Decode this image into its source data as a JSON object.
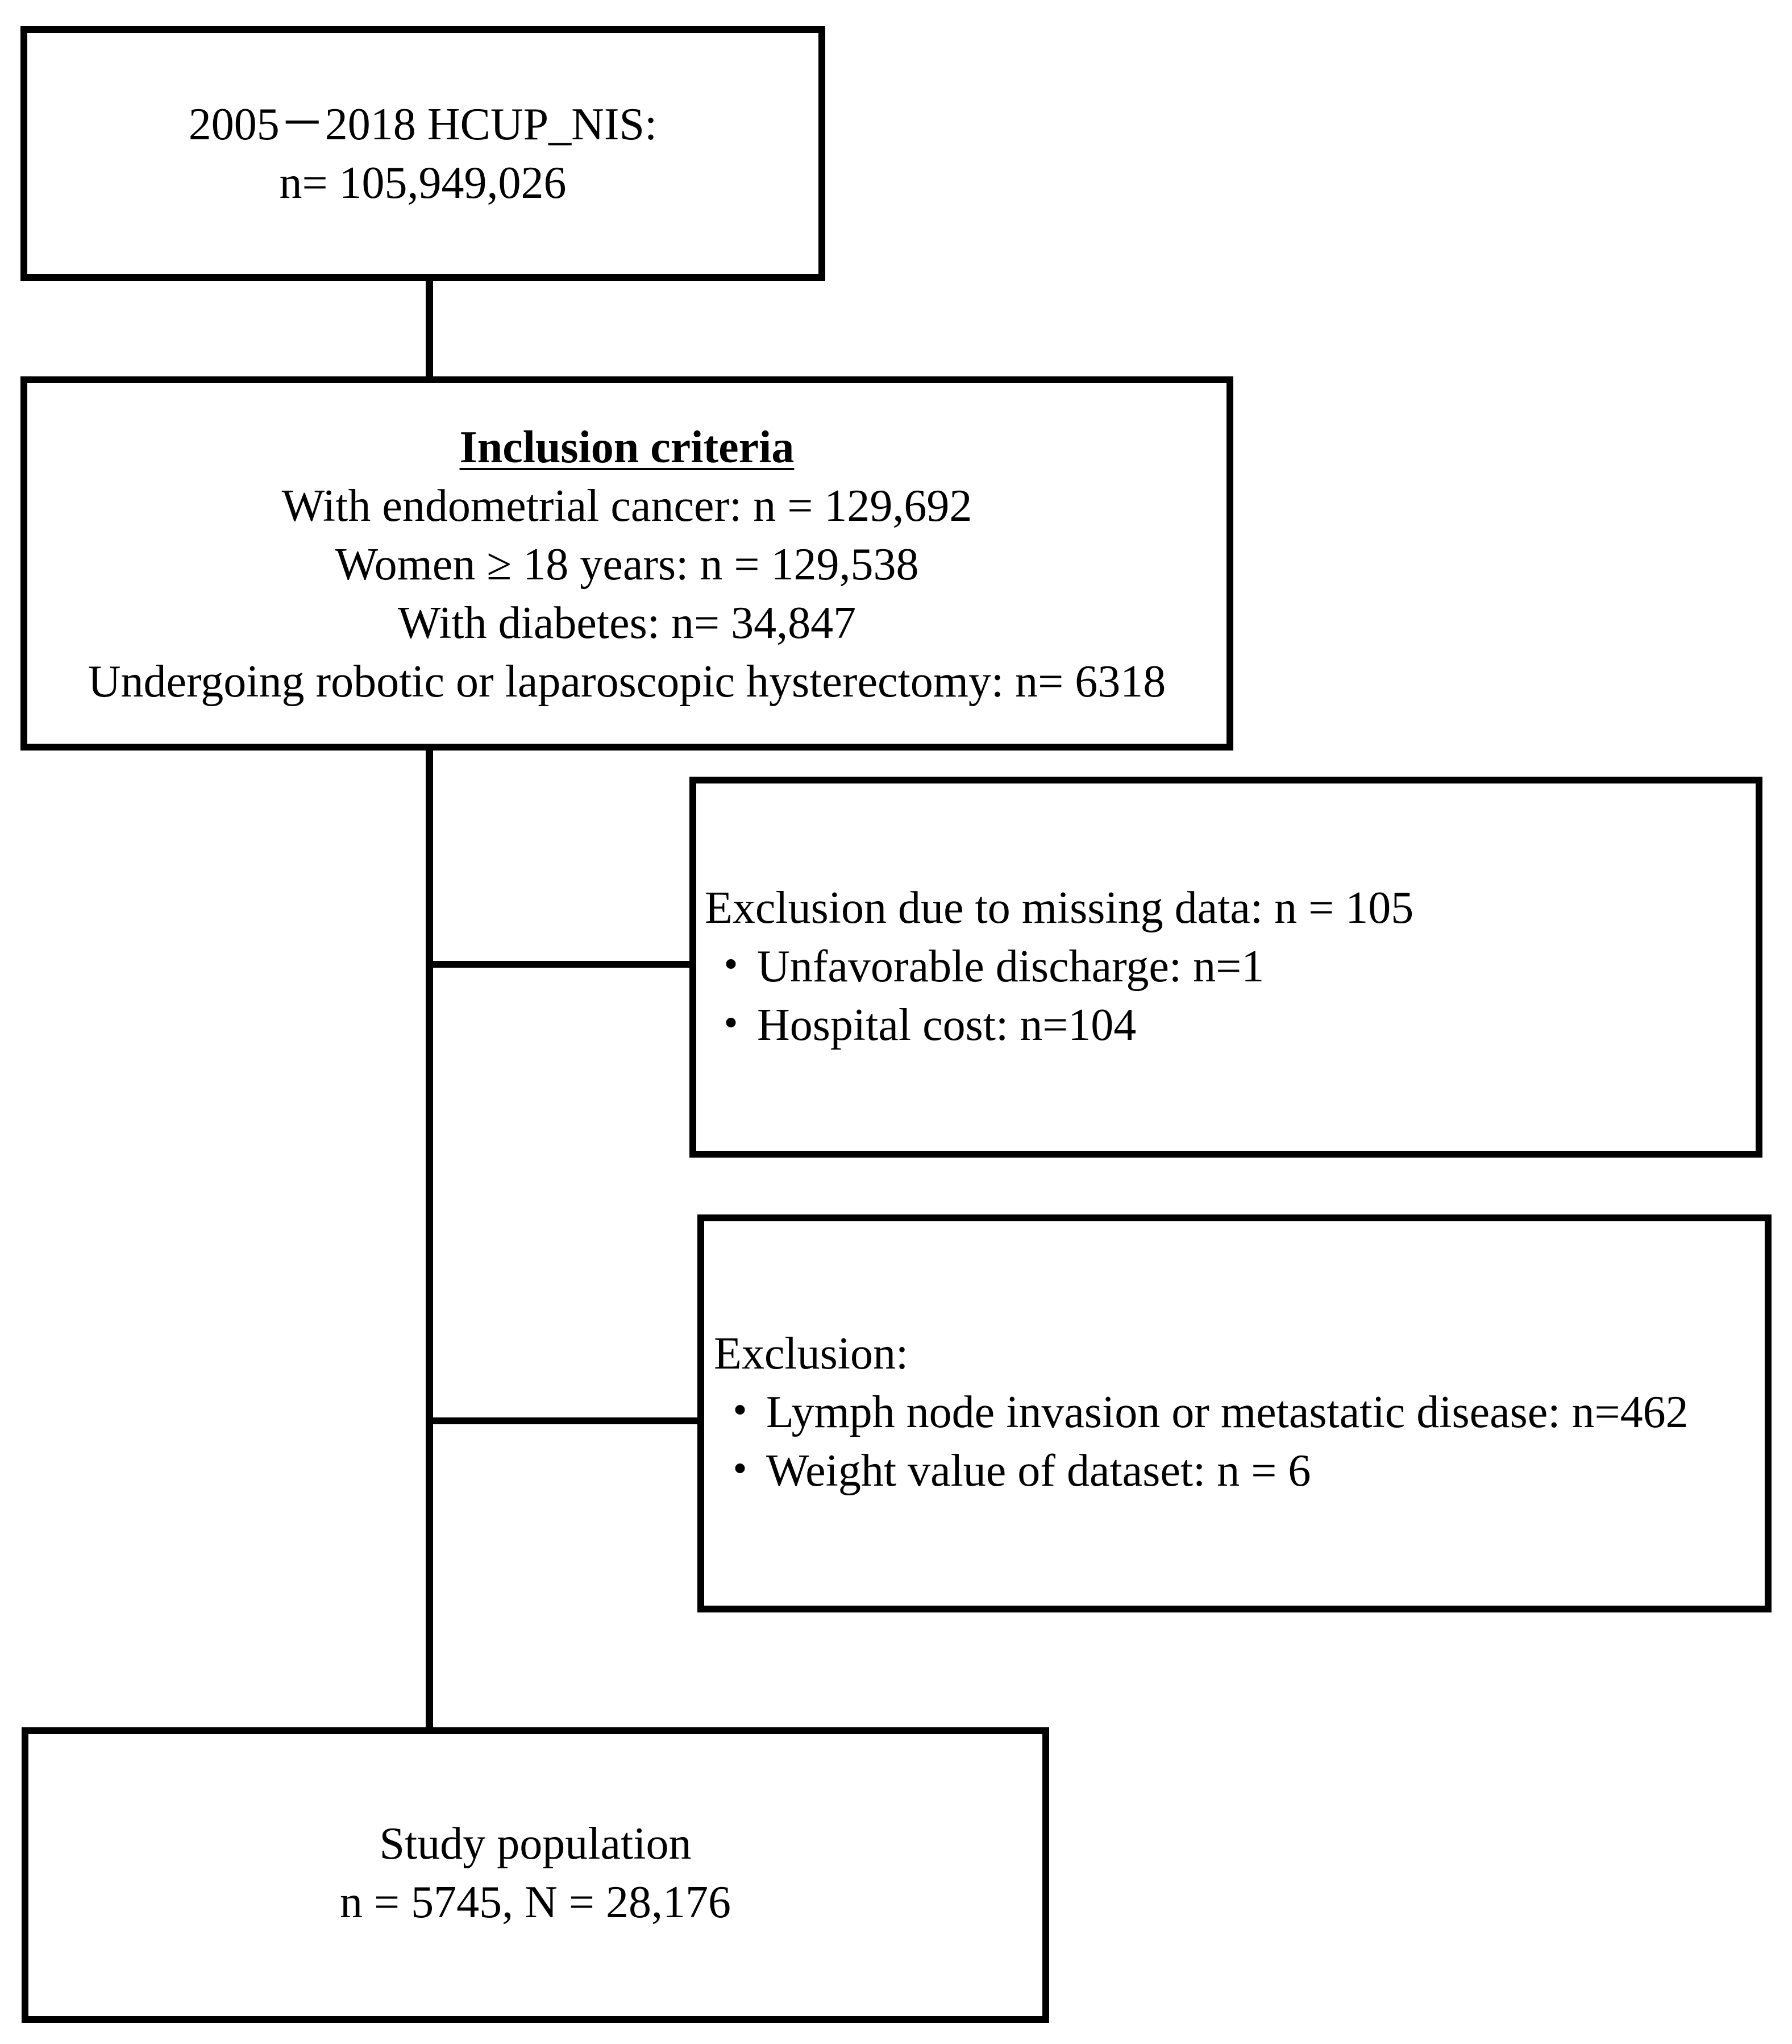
{
  "source_box": {
    "line1": "2005－2018 HCUP_NIS:",
    "line2": "n= 105,949,026"
  },
  "inclusion_box": {
    "heading": "Inclusion criteria",
    "criteria": [
      "With endometrial cancer: n = 129,692",
      "Women ≥ 18 years: n = 129,538",
      "With diabetes: n= 34,847",
      "Undergoing robotic or laparoscopic hysterectomy: n= 6318"
    ]
  },
  "exclusion_missing_box": {
    "title": "Exclusion due to missing data: n = 105",
    "bullet_symbol": "・",
    "items": [
      "Unfavorable discharge: n=1",
      "Hospital cost: n=104"
    ]
  },
  "exclusion_box": {
    "title": "Exclusion:",
    "bullet_symbol": "・",
    "items": [
      "Lymph node invasion or metastatic disease: n=462",
      "Weight value of dataset: n = 6"
    ]
  },
  "study_box": {
    "line1": "Study population",
    "line2": "n = 5745, N = 28,176"
  }
}
